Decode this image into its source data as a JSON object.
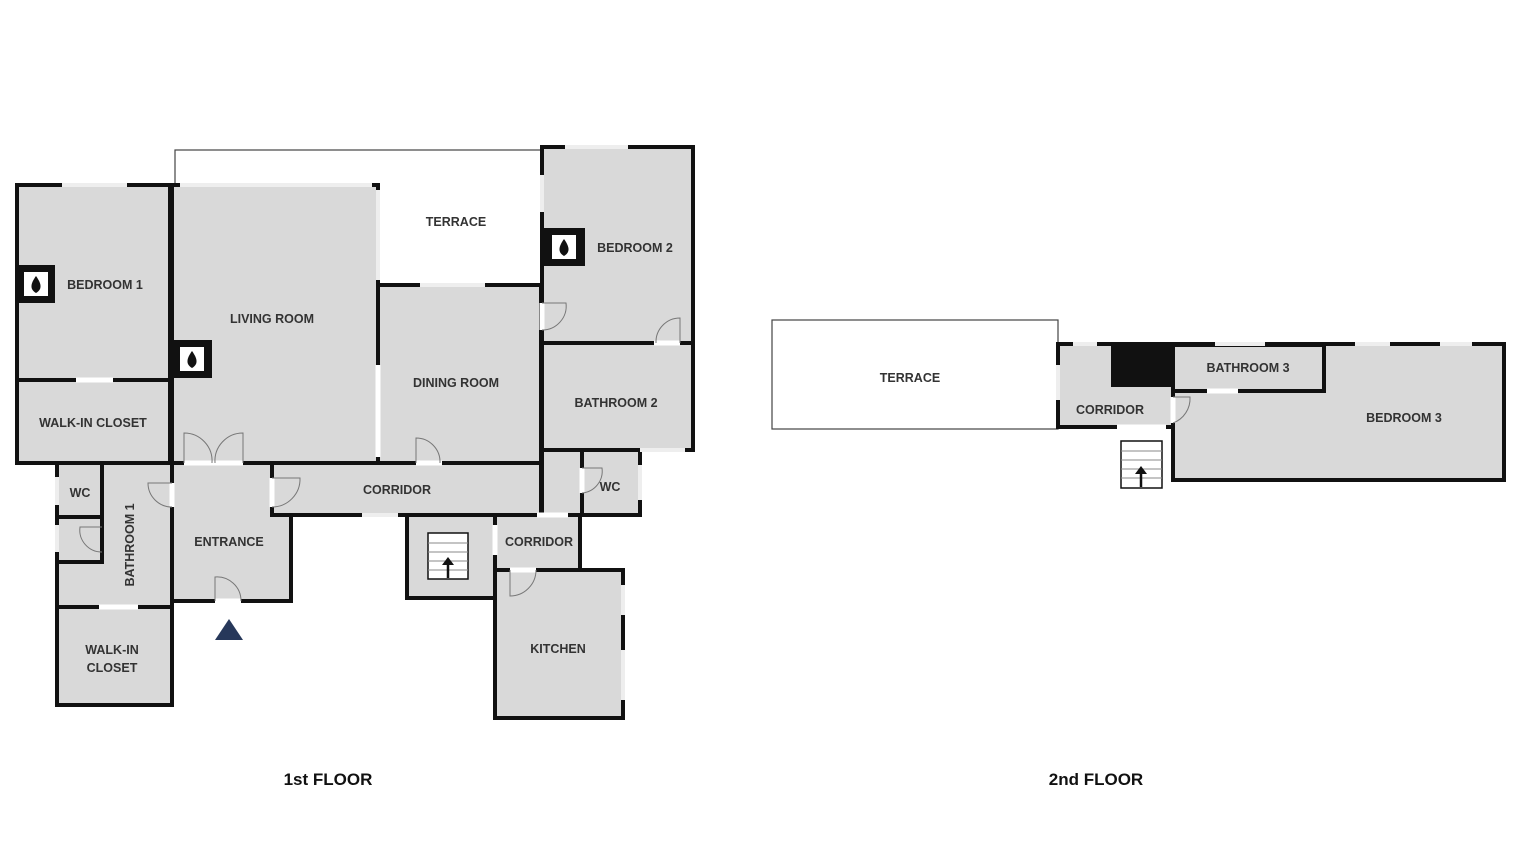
{
  "floors": [
    {
      "label": "1st FLOOR",
      "rooms": {
        "bedroom1": "BEDROOM 1",
        "walkin_closet1": "WALK-IN CLOSET",
        "wc1": "WC",
        "bathroom1": "BATHROOM 1",
        "walkin_closet2_line1": "WALK-IN",
        "walkin_closet2_line2": "CLOSET",
        "living_room": "LIVING ROOM",
        "terrace": "TERRACE",
        "dining_room": "DINING ROOM",
        "bedroom2": "BEDROOM 2",
        "bathroom2": "BATHROOM 2",
        "wc2": "WC",
        "entrance": "ENTRANCE",
        "corridor1": "CORRIDOR",
        "corridor2": "CORRIDOR",
        "kitchen": "KITCHEN"
      }
    },
    {
      "label": "2nd FLOOR",
      "rooms": {
        "terrace": "TERRACE",
        "corridor": "CORRIDOR",
        "bathroom3": "BATHROOM 3",
        "bedroom3": "BEDROOM 3"
      }
    }
  ],
  "colors": {
    "room_fill": "#d9d9d9",
    "wall": "#111111",
    "entry_marker": "#27385a"
  },
  "icons": [
    "fireplace-icon",
    "stairs-icon",
    "entrance-marker-icon"
  ]
}
